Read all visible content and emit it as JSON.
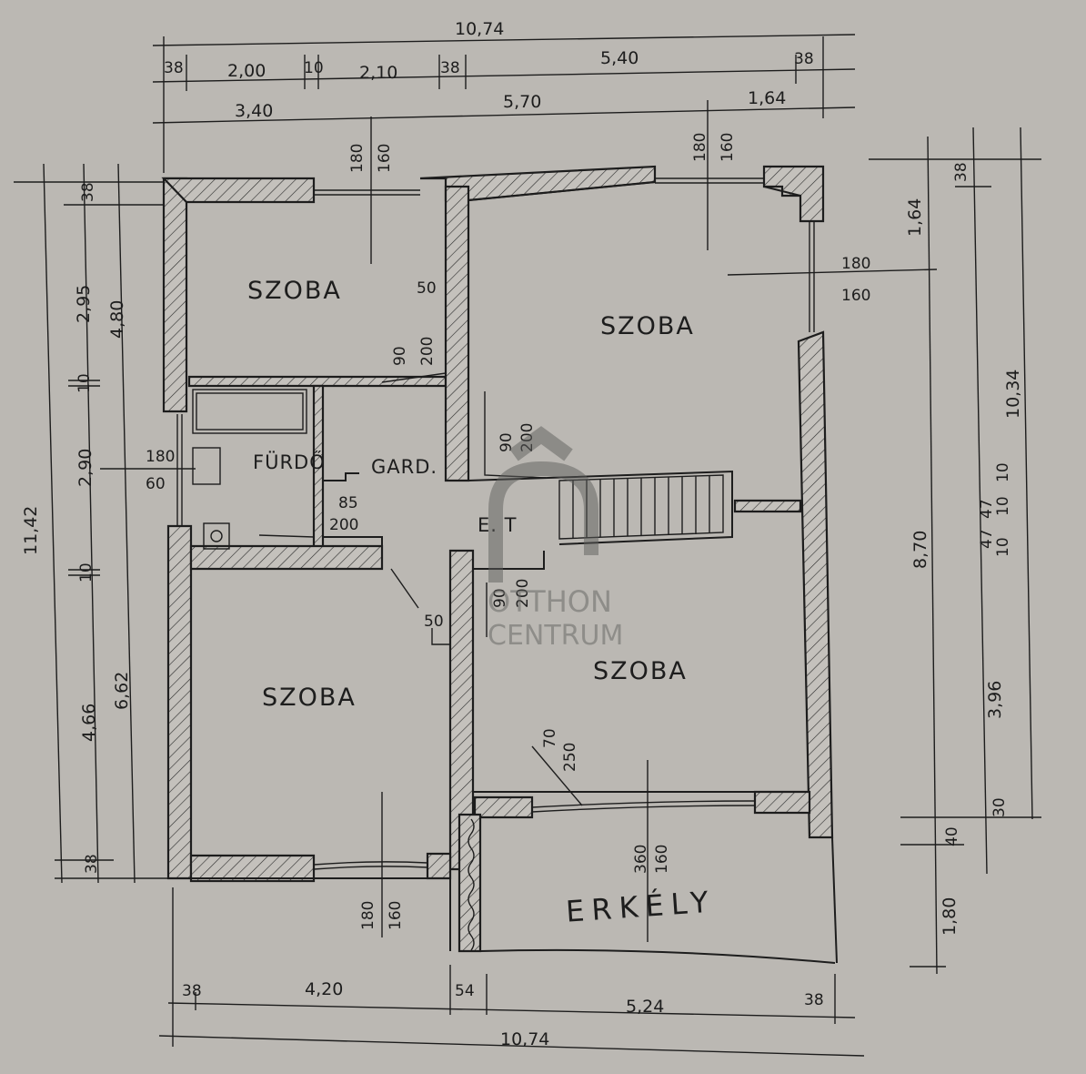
{
  "rooms": {
    "szoba_nw": "SZOBA",
    "szoba_ne": "SZOBA",
    "szoba_sw": "SZOBA",
    "szoba_se": "SZOBA",
    "furdo": "FÜRDŐ",
    "gard": "GARD.",
    "et": "E. T",
    "erkely": "ERKÉLY"
  },
  "dimensions": {
    "top_total": "10,74",
    "top_row": [
      "38",
      "2,00",
      "10",
      "2,10",
      "38",
      "5,40",
      "38"
    ],
    "top_row2": [
      "3,40",
      "5,70",
      "1,64"
    ],
    "bottom_row": [
      "38",
      "4,20",
      "54",
      "5,24",
      "38"
    ],
    "bottom_total": "10,74",
    "left_total": "11,42",
    "left_row": [
      "38",
      "2,95",
      "10",
      "2,90",
      "10",
      "4,66",
      "38"
    ],
    "left_row2": [
      "4,80",
      "6,62"
    ],
    "right_outer": [
      "1,64",
      "8,70",
      "1,80"
    ],
    "right_inner": [
      "38",
      "10,34"
    ],
    "right_row": [
      "10",
      "47",
      "10",
      "47",
      "10",
      "3,96",
      "30",
      "40"
    ]
  },
  "openings": {
    "win_nw": [
      "180",
      "160"
    ],
    "win_ne": [
      "180",
      "160"
    ],
    "win_e": [
      "180",
      "160"
    ],
    "win_sw": [
      "180",
      "160"
    ],
    "win_erkely": [
      "360",
      "160"
    ],
    "door_szoba_nw": [
      "90",
      "200"
    ],
    "door_szoba_ne": [
      "90",
      "200"
    ],
    "door_szoba_se": [
      "90",
      "200"
    ],
    "door_erkely": [
      "70",
      "250"
    ],
    "door_furdo": [
      "85",
      "200"
    ],
    "win_furdo": [
      "180",
      "60"
    ],
    "marks_50": [
      "50",
      "50"
    ]
  },
  "watermark": {
    "line1": "OTTHON",
    "line2": "CENTRUM"
  }
}
